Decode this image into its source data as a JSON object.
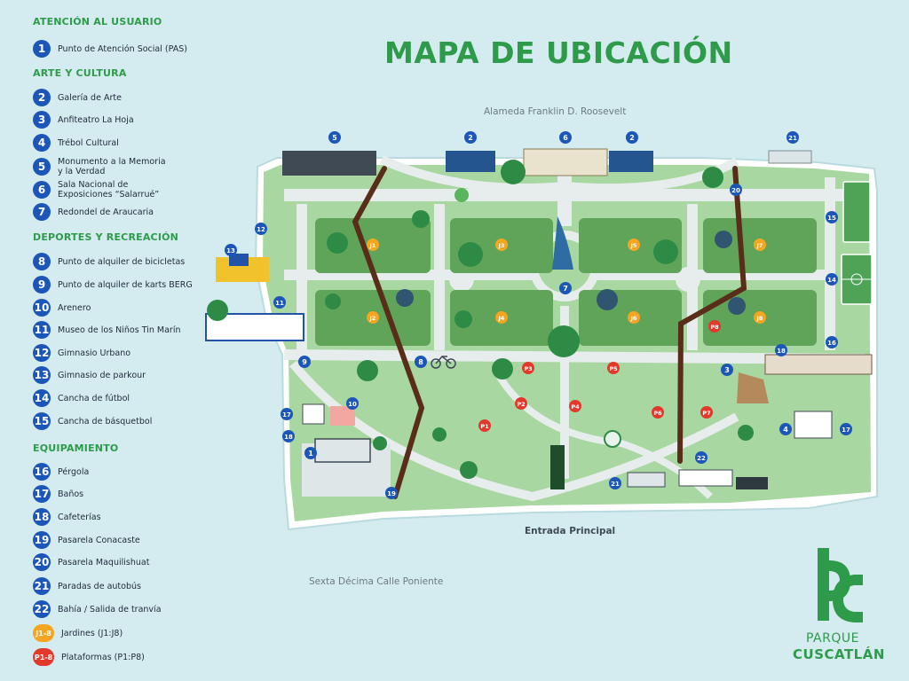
{
  "title": "MAPA DE UBICACIÓN",
  "legend": {
    "sections": [
      {
        "title": "ATENCIÓN AL USUARIO",
        "items": [
          {
            "num": "1",
            "label": "Punto de Atención Social (PAS)"
          }
        ]
      },
      {
        "title": "ARTE Y CULTURA",
        "items": [
          {
            "num": "2",
            "label": "Galería de Arte"
          },
          {
            "num": "3",
            "label": "Anfiteatro La Hoja"
          },
          {
            "num": "4",
            "label": "Trébol Cultural"
          },
          {
            "num": "5",
            "label": "Monumento a la Memoria\ny la Verdad"
          },
          {
            "num": "6",
            "label": "Sala Nacional de\nExposiciones “Salarrué”"
          },
          {
            "num": "7",
            "label": "Redondel de Araucaria"
          }
        ]
      },
      {
        "title": "DEPORTES Y RECREACIÓN",
        "items": [
          {
            "num": "8",
            "label": "Punto de alquiler de bicicletas"
          },
          {
            "num": "9",
            "label": "Punto de alquiler de karts BERG"
          },
          {
            "num": "10",
            "label": "Arenero"
          },
          {
            "num": "11",
            "label": "Museo de los Niños Tin Marín"
          },
          {
            "num": "12",
            "label": "Gimnasio Urbano"
          },
          {
            "num": "13",
            "label": "Gimnasio de parkour"
          },
          {
            "num": "14",
            "label": "Cancha de fútbol"
          },
          {
            "num": "15",
            "label": "Cancha de básquetbol"
          }
        ]
      },
      {
        "title": "EQUIPAMIENTO",
        "items": [
          {
            "num": "16",
            "label": "Pérgola"
          },
          {
            "num": "17",
            "label": "Baños"
          },
          {
            "num": "18",
            "label": "Cafeterías"
          },
          {
            "num": "19",
            "label": "Pasarela Conacaste"
          },
          {
            "num": "20",
            "label": "Pasarela Maquilishuat"
          },
          {
            "num": "21",
            "label": "Paradas de autobús"
          },
          {
            "num": "22",
            "label": "Bahía / Salida de tranvía"
          },
          {
            "num": "J1-8",
            "label": "Jardines (J1:J8)",
            "color": "orange"
          },
          {
            "num": "P1-8",
            "label": "Plataformas (P1:P8)",
            "color": "red"
          }
        ]
      }
    ]
  },
  "streets": {
    "north": "Alameda Franklin D. Roosevelt",
    "entrance": "Entrada Principal",
    "south": "Sexta Décima Calle Poniente"
  },
  "markers": {
    "blue": [
      "5",
      "2",
      "6",
      "2",
      "21",
      "20",
      "15",
      "14",
      "13",
      "12",
      "11",
      "9",
      "8",
      "7",
      "3",
      "18",
      "16",
      "4",
      "17",
      "10",
      "17",
      "18",
      "1",
      "19",
      "22",
      "21"
    ],
    "gardens": [
      "J1",
      "J3",
      "J5",
      "J7",
      "J2",
      "J4",
      "J6",
      "J8"
    ],
    "platforms": [
      "P1",
      "P2",
      "P3",
      "P4",
      "P5",
      "P6",
      "P7",
      "P8"
    ]
  },
  "logo": {
    "line1": "PARQUE",
    "line2": "CUSCATLÁN"
  },
  "colors": {
    "background": "#d4ecef",
    "brand_green": "#2e9b4a",
    "marker_blue": "#1b56b8",
    "garden_orange": "#f5a51f",
    "platform_red": "#e2392c",
    "walkway_brown": "#5a2d1a"
  }
}
